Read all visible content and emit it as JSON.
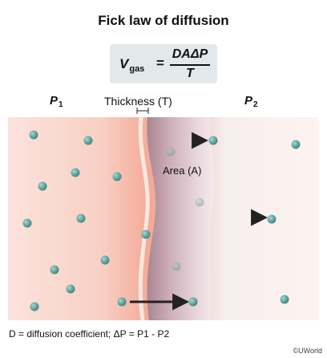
{
  "title": "Fick law of diffusion",
  "formula": {
    "lhs": "V",
    "lhs_sub": "gas",
    "equals": "=",
    "numerator": "DAΔP",
    "denominator": "T"
  },
  "labels": {
    "p1": "P",
    "p1_sub": "1",
    "p2": "P",
    "p2_sub": "2",
    "thickness": "Thickness (T)",
    "area": "Area (A)"
  },
  "footnote": "D = diffusion coefficient; ΔP = P1 - P2",
  "credit": "©UWorld",
  "colors": {
    "high_pressure_side": "#f7c9bd",
    "membrane": "#b59aab",
    "molecule": "#5fa59f",
    "arrow": "#222222"
  },
  "icons": {
    "molecule": "gas-molecule-dot",
    "arrow": "diffusion-arrow"
  }
}
